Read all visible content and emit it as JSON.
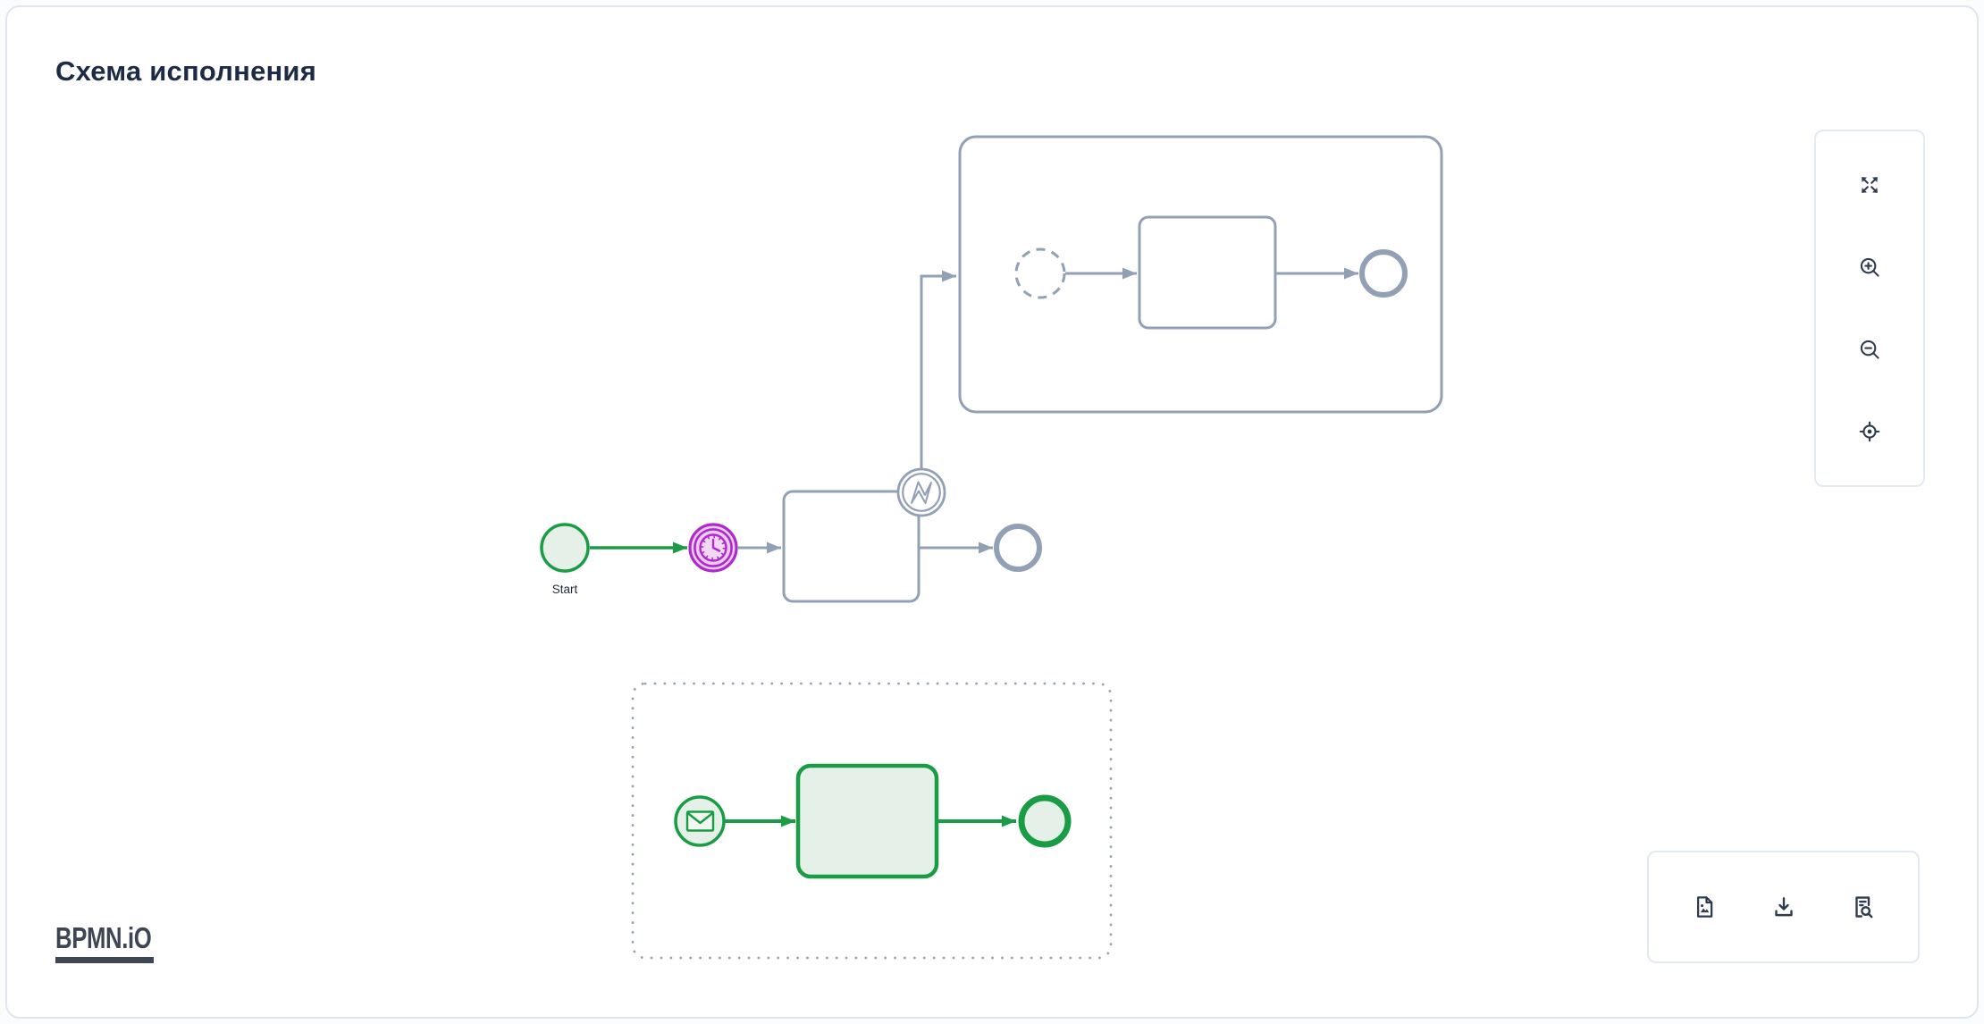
{
  "header": {
    "title": "Схема исполнения"
  },
  "diagram": {
    "labels": {
      "start_event": "Start"
    },
    "colors": {
      "neutral": "#91a0b4",
      "highlight_green": "#1a9c44",
      "highlight_green_fill": "#e5f0e8",
      "active_magenta": "#ad2cc9",
      "active_magenta_fill": "#eccaf2"
    },
    "elements": [
      {
        "id": "start-event",
        "type": "start-event",
        "label": "Start",
        "color": "green"
      },
      {
        "id": "timer-event",
        "type": "intermediate-timer-catch-event",
        "color": "magenta"
      },
      {
        "id": "main-task",
        "type": "task",
        "color": "neutral"
      },
      {
        "id": "boundary-error-event",
        "type": "boundary-error-event",
        "color": "neutral"
      },
      {
        "id": "main-end-event",
        "type": "end-event",
        "color": "neutral"
      },
      {
        "id": "error-subprocess",
        "type": "expanded-subprocess",
        "color": "neutral",
        "children": [
          {
            "id": "sub-start-event",
            "type": "dashed-start-event",
            "color": "neutral"
          },
          {
            "id": "sub-task",
            "type": "task",
            "color": "neutral"
          },
          {
            "id": "sub-end-event",
            "type": "end-event",
            "color": "neutral"
          }
        ]
      },
      {
        "id": "event-subprocess",
        "type": "dotted-event-subprocess",
        "color": "neutral",
        "children": [
          {
            "id": "message-start-event",
            "type": "message-start-event",
            "color": "green"
          },
          {
            "id": "event-sub-task",
            "type": "task",
            "color": "green"
          },
          {
            "id": "event-sub-end-event",
            "type": "end-event",
            "color": "green"
          }
        ]
      }
    ]
  },
  "zoom_controls": {
    "buttons": [
      {
        "id": "fit-viewport",
        "icon": "expand-icon"
      },
      {
        "id": "zoom-in",
        "icon": "zoom-in-icon"
      },
      {
        "id": "zoom-out",
        "icon": "zoom-out-icon"
      },
      {
        "id": "reset-view",
        "icon": "crosshair-icon"
      }
    ]
  },
  "export_controls": {
    "buttons": [
      {
        "id": "export-image",
        "icon": "image-file-icon"
      },
      {
        "id": "download",
        "icon": "download-icon"
      },
      {
        "id": "view-source",
        "icon": "document-search-icon"
      }
    ]
  },
  "logo": {
    "text": "BPMN.iO"
  }
}
